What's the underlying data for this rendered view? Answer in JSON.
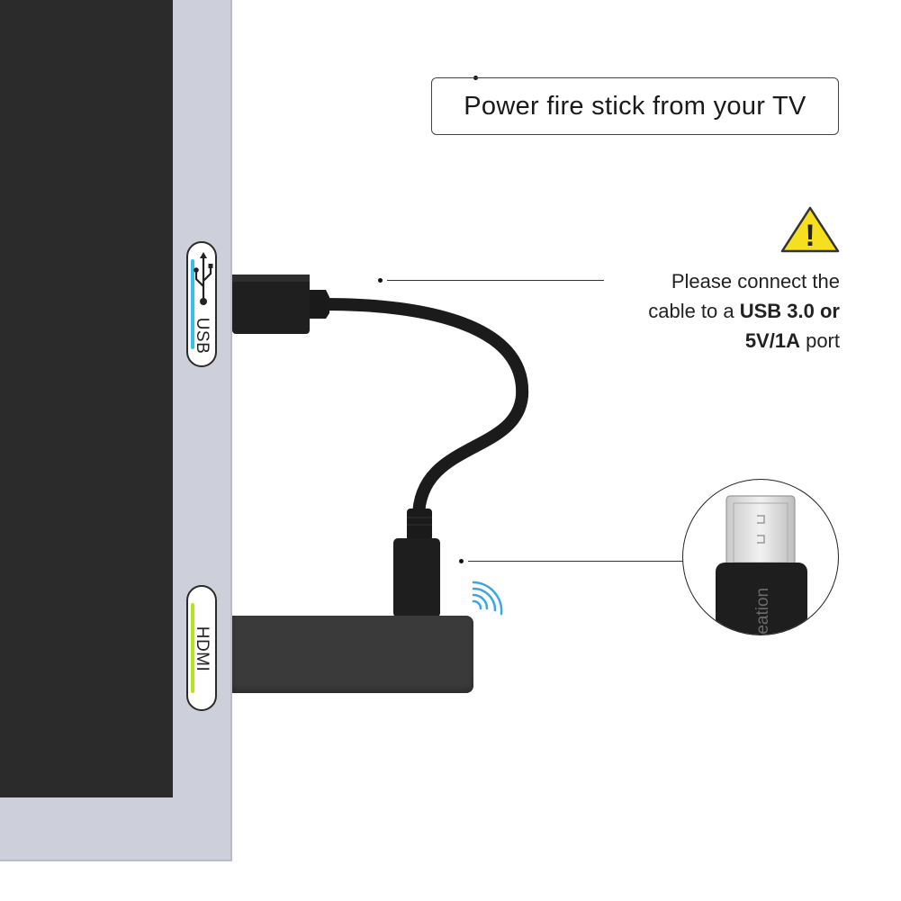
{
  "title": "Power fire stick from your TV",
  "ports": {
    "usb_label": "USB",
    "hdmi_label": "HDMI",
    "usb_accent_color": "#3bbfe8",
    "hdmi_accent_color": "#b6e21f"
  },
  "note": {
    "line1": "Please connect the",
    "line2_prefix": "cable to a ",
    "line2_bold": "USB 3.0 or",
    "line3_bold": "5V/1A",
    "line3_suffix": " port"
  },
  "warning": {
    "icon": "warning-triangle-icon",
    "symbol": "!",
    "color": "#f5df1f"
  },
  "magnifier": {
    "brand_text": "reation"
  },
  "colors": {
    "tv_bezel": "#cdd0da",
    "tv_screen": "#2b2b2b",
    "cable": "#1b1b1b",
    "stick": "#3a3a3b",
    "wifi": "#3aa6e0"
  }
}
